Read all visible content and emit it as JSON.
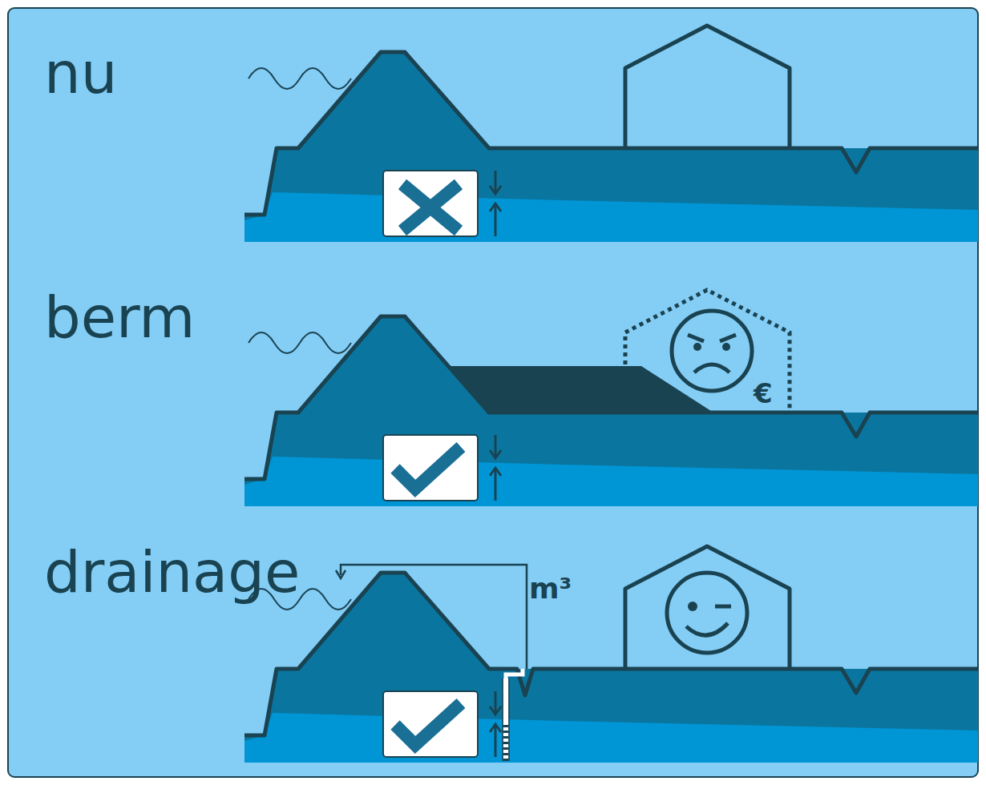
{
  "diagram": {
    "labels": [
      "nu",
      "berm",
      "drainage",
      "€",
      "m³"
    ]
  }
}
